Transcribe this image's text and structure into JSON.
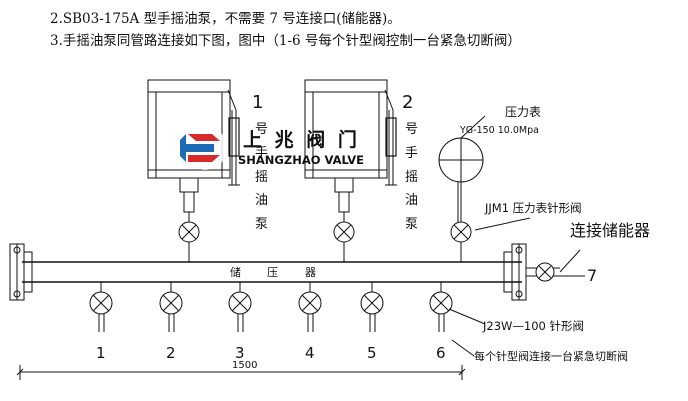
{
  "notes": {
    "line2": "2.SB03-175A 型手摇油泵，不需要 7 号连接口(储能器)。",
    "line3": "3.手摇油泵同管路连接如下图，图中（1-6 号每个针型阀控制一台紧急切断阀）"
  },
  "pumps": [
    {
      "number": "1",
      "chars": [
        "号",
        "手",
        "摇",
        "油",
        "泵"
      ]
    },
    {
      "number": "2",
      "chars": [
        "号",
        "手",
        "摇",
        "油",
        "泵"
      ]
    }
  ],
  "logo": {
    "cn": "上 兆 阀 门",
    "en": "SHANGZHAO VALVE",
    "colors": {
      "red": "#d52b2b",
      "blue": "#1b6bb5"
    }
  },
  "gauge": {
    "title": "压力表",
    "model": "YG-150  10.0Mpa",
    "valve_label": "JJM1 压力表针形阀"
  },
  "accumulator": {
    "label": "连接储能器",
    "number": "7"
  },
  "header_pipe": {
    "chars": [
      "储",
      "压",
      "器"
    ]
  },
  "valves": {
    "numbers": [
      "1",
      "2",
      "3",
      "4",
      "5",
      "6"
    ],
    "model": "J23W—100 针形阀",
    "note": "每个针型阀连接一台紧急切断阀"
  },
  "dimension": "1500"
}
